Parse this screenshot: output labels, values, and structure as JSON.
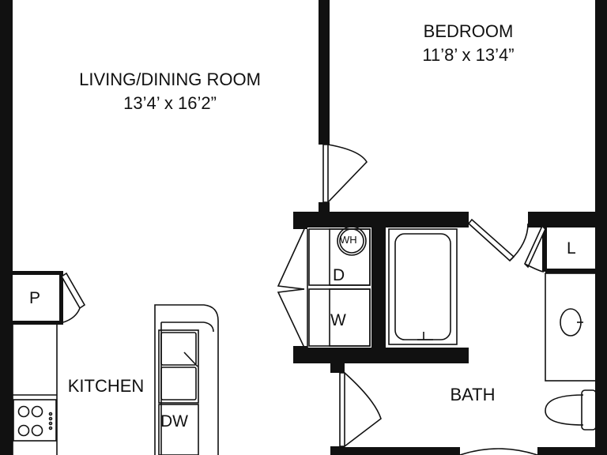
{
  "rooms": {
    "living": {
      "name": "LIVING/DINING ROOM",
      "dims": "13’4’ x 16’2”"
    },
    "bedroom": {
      "name": "BEDROOM",
      "dims": "11’8’ x 13’4”"
    },
    "kitchen": {
      "name": "KITCHEN"
    },
    "bath": {
      "name": "BATH"
    }
  },
  "fixtures": {
    "pantry": "P",
    "linen": "L",
    "water_heater": "WH",
    "dryer": "D",
    "washer": "W",
    "dishwasher": "DW"
  }
}
